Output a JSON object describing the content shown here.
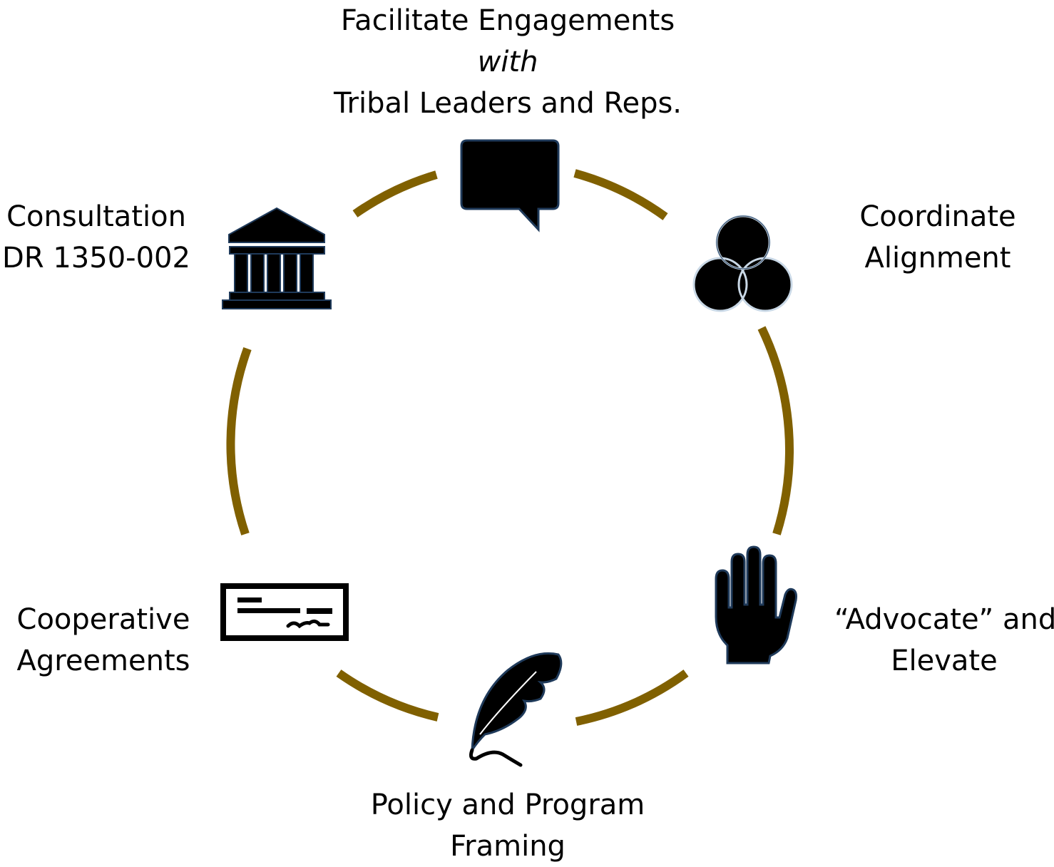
{
  "diagram": {
    "ring_color": "#806000",
    "icon_fill": "#000000",
    "icon_stroke": "#1f3a5a",
    "nodes": [
      {
        "id": "facilitate",
        "icon": "speech-bubble-icon",
        "lines": [
          "Facilitate Engagements",
          "with",
          "Tribal Leaders and Reps."
        ]
      },
      {
        "id": "coordinate",
        "icon": "venn-diagram-icon",
        "lines": [
          "Coordinate",
          "Alignment"
        ]
      },
      {
        "id": "advocate",
        "icon": "raised-hand-icon",
        "lines": [
          "“Advocate” and",
          "Elevate"
        ]
      },
      {
        "id": "policy",
        "icon": "quill-icon",
        "lines": [
          "Policy and Program",
          "Framing"
        ]
      },
      {
        "id": "cooperative",
        "icon": "check-document-icon",
        "lines": [
          "Cooperative",
          "Agreements"
        ]
      },
      {
        "id": "consultation",
        "icon": "government-building-icon",
        "lines": [
          "Consultation",
          "DR 1350-002"
        ]
      }
    ]
  }
}
